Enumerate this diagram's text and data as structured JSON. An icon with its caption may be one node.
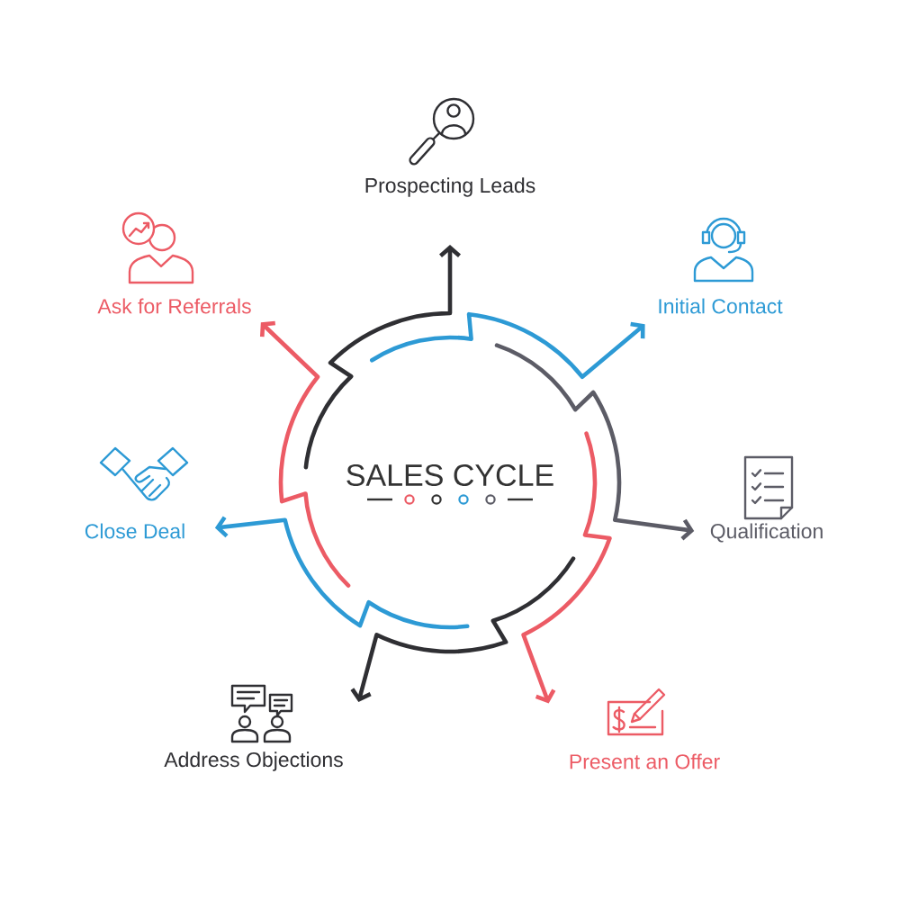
{
  "diagram": {
    "title": "SALES CYCLE",
    "nodes": [
      {
        "text": [
          "Prospecting Leads"
        ]
      },
      {
        "text": [
          "Initial Contact"
        ]
      },
      {
        "text": [
          "Qualification"
        ]
      },
      {
        "text": [
          "Present an Offer"
        ]
      },
      {
        "text": [
          "Address Objections"
        ]
      },
      {
        "text": [
          "Close Deal"
        ]
      },
      {
        "text": [
          "Ask for Referrals"
        ]
      }
    ],
    "edges": [
      {
        "from": null,
        "to": 0,
        "arrow": "to",
        "color": "#2f2f33"
      },
      {
        "from": null,
        "to": 1,
        "arrow": "to",
        "color": "#2d9ad5"
      },
      {
        "from": null,
        "to": 2,
        "arrow": "to",
        "color": "#5c5c66"
      },
      {
        "from": null,
        "to": 3,
        "arrow": "to",
        "color": "#ec5b65"
      },
      {
        "from": null,
        "to": 4,
        "arrow": "to",
        "color": "#2f2f33"
      },
      {
        "from": null,
        "to": 5,
        "arrow": "to",
        "color": "#2d9ad5"
      },
      {
        "from": null,
        "to": 6,
        "arrow": "to",
        "color": "#ec5b65"
      }
    ]
  }
}
